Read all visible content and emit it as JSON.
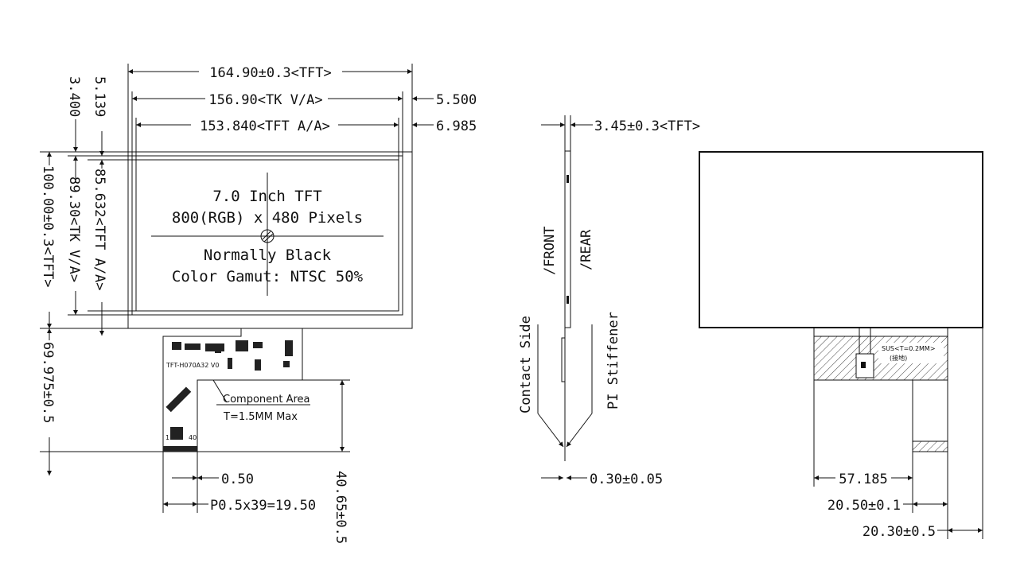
{
  "front_view": {
    "width_tft": "164.90±0.3<TFT>",
    "width_tk_va": "156.90<TK V/A>",
    "width_tft_aa": "153.840<TFT A/A>",
    "offset_tk_va_right": "5.500",
    "offset_tft_aa_right": "6.985",
    "offset_top_1": "3.400",
    "offset_top_2": "5.139",
    "height_tft_aa": "85.632<TFT A/A>",
    "height_tk_va": "89.30<TK V/A>",
    "height_tft": "100.00±0.3<TFT>",
    "height_total": "69.975±0.5",
    "panel_size": "7.0 Inch TFT",
    "resolution": "800(RGB) x 480 Pixels",
    "display_mode": "Normally Black",
    "color_gamut": "Color Gamut: NTSC 50%",
    "fpc_label": "TFT-H070A32 V0",
    "pin_first": "1",
    "pin_last": "40",
    "component_area": "Component Area",
    "component_height": "T=1.5MM Max",
    "pin_width": "0.50",
    "pitch": "P0.5x39=19.50",
    "fpc_length": "40.65±0.5"
  },
  "side_view": {
    "thickness": "3.45±0.3<TFT>",
    "front_label": "/FRONT",
    "rear_label": "/REAR",
    "contact_side": "Contact Side",
    "pi_stiffener": "PI Stiffener",
    "fpc_thickness": "0.30±0.05"
  },
  "rear_view": {
    "sus_label": "SUS<T=0.2MM>",
    "ground_label": "(接地)",
    "fpc_offset": "57.185",
    "fpc_width": "20.50±0.1",
    "fpc_tail": "20.30±0.5"
  }
}
